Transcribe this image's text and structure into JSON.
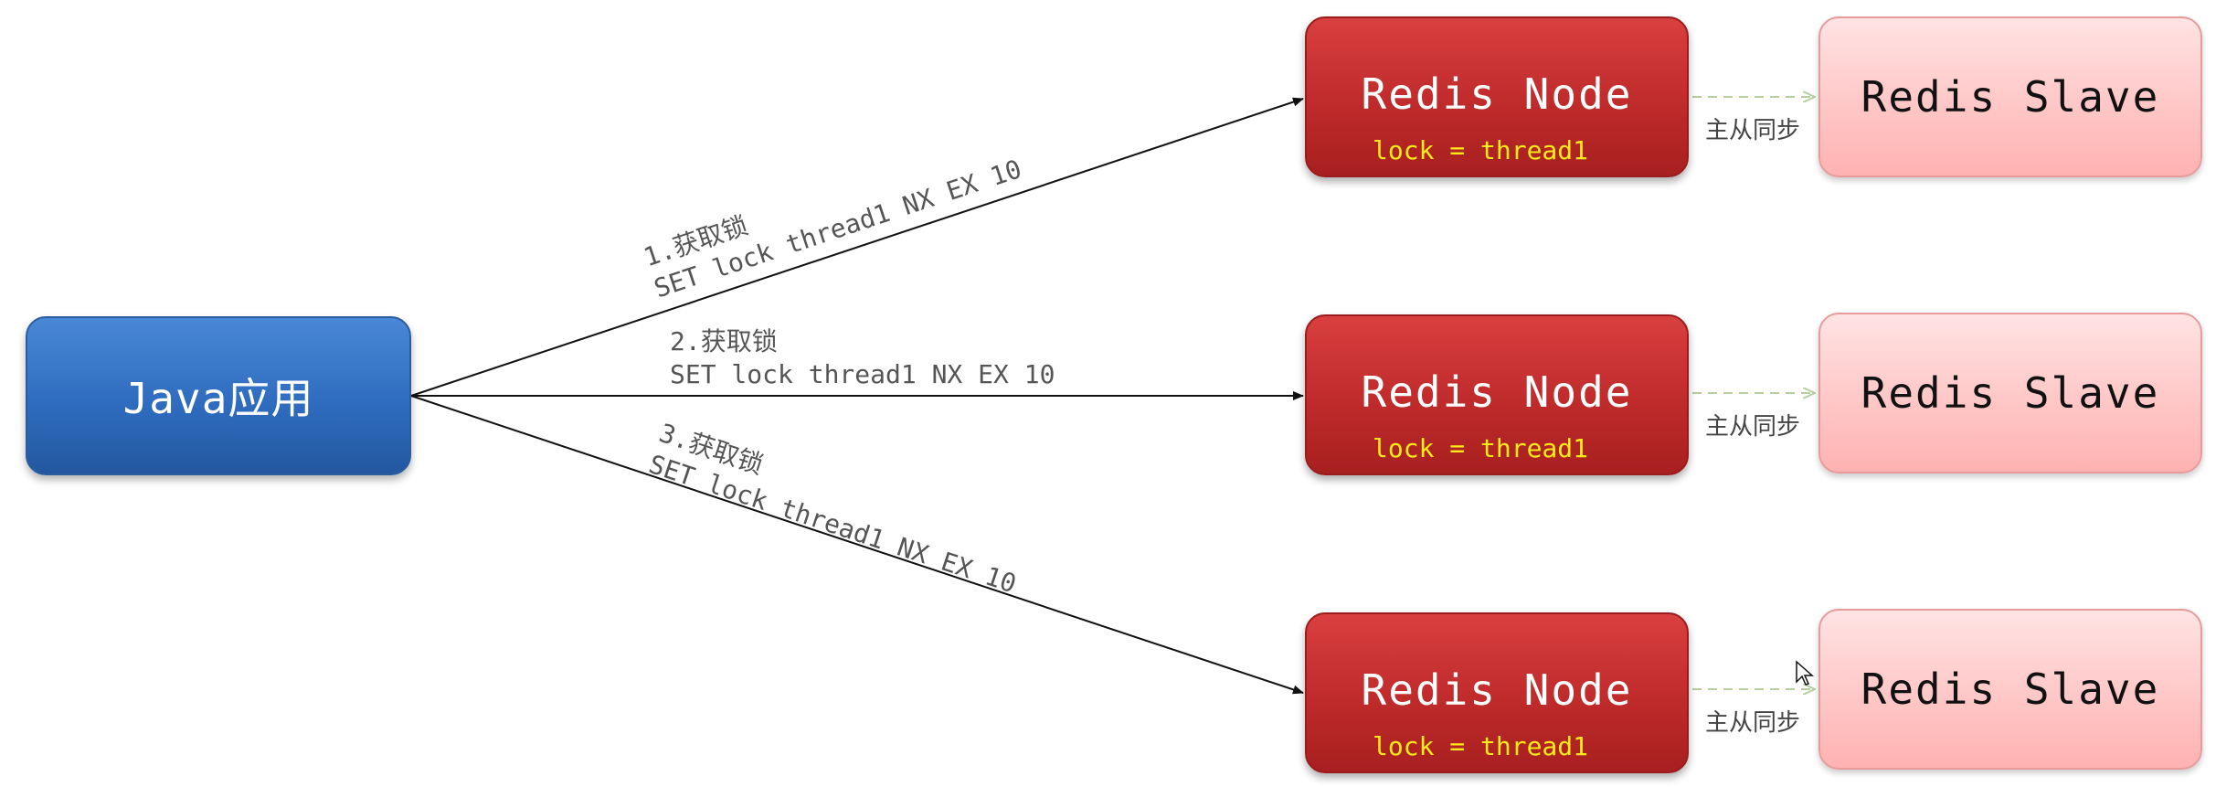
{
  "app": {
    "label": "Java应用"
  },
  "nodes": [
    {
      "title": "Redis Node",
      "lock": "lock = thread1",
      "sync_label": "主从同步",
      "slave": "Redis Slave"
    },
    {
      "title": "Redis Node",
      "lock": "lock = thread1",
      "sync_label": "主从同步",
      "slave": "Redis Slave"
    },
    {
      "title": "Redis Node",
      "lock": "lock = thread1",
      "sync_label": "主从同步",
      "slave": "Redis Slave"
    }
  ],
  "edges": [
    {
      "step": "1.获取锁",
      "command": "SET lock thread1 NX EX 10"
    },
    {
      "step": "2.获取锁",
      "command": "SET lock thread1 NX EX 10"
    },
    {
      "step": "3.获取锁",
      "command": "SET lock thread1 NX EX 10"
    }
  ],
  "colors": {
    "app": "#2f6cbf",
    "node": "#c22c2c",
    "lock_text": "#ffeb1a",
    "slave": "#ffc7c7",
    "sync_arrow": "#b5cfa0",
    "edge": "#111111"
  }
}
